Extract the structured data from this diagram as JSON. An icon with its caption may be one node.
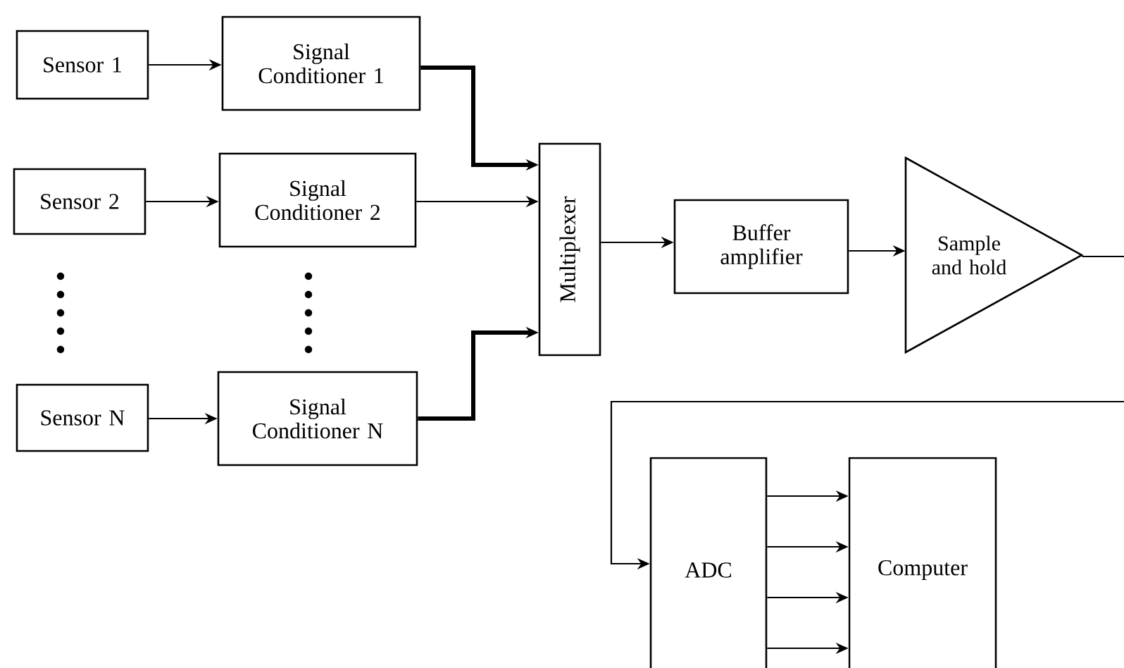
{
  "diagram": {
    "nodes": [
      {
        "text": [
          "Sensor 1"
        ]
      },
      {
        "text": [
          "Signal Conditioner 1"
        ]
      },
      {
        "text": [
          "Sensor 2"
        ]
      },
      {
        "text": [
          "Signal Conditioner 2"
        ]
      },
      {
        "text": [
          "Sensor N"
        ]
      },
      {
        "text": [
          "Signal Conditioner N"
        ]
      },
      {
        "text": [
          "Multiplexer"
        ]
      },
      {
        "text": [
          "Buffer amplifier"
        ]
      },
      {
        "text": [
          "Sample and hold"
        ]
      },
      {
        "text": [
          "ADC"
        ]
      },
      {
        "text": [
          "Computer"
        ]
      }
    ],
    "edges": [
      {
        "from": 0,
        "to": 1,
        "arrow": "to"
      },
      {
        "from": 1,
        "to": 6,
        "arrow": "to",
        "style": "thick"
      },
      {
        "from": 2,
        "to": 3,
        "arrow": "to"
      },
      {
        "from": 3,
        "to": 6,
        "arrow": "to"
      },
      {
        "from": 4,
        "to": 5,
        "arrow": "to"
      },
      {
        "from": 5,
        "to": 6,
        "arrow": "to",
        "style": "thick"
      },
      {
        "from": 6,
        "to": 7,
        "arrow": "to"
      },
      {
        "from": 7,
        "to": 8,
        "arrow": "to"
      },
      {
        "from": 8,
        "to": 9,
        "arrow": "to"
      },
      {
        "from": 9,
        "to": 10,
        "arrow": "to"
      },
      {
        "from": 9,
        "to": 10,
        "arrow": "to"
      },
      {
        "from": 9,
        "to": 10,
        "arrow": "to"
      },
      {
        "from": 9,
        "to": 10,
        "arrow": "to"
      }
    ]
  }
}
